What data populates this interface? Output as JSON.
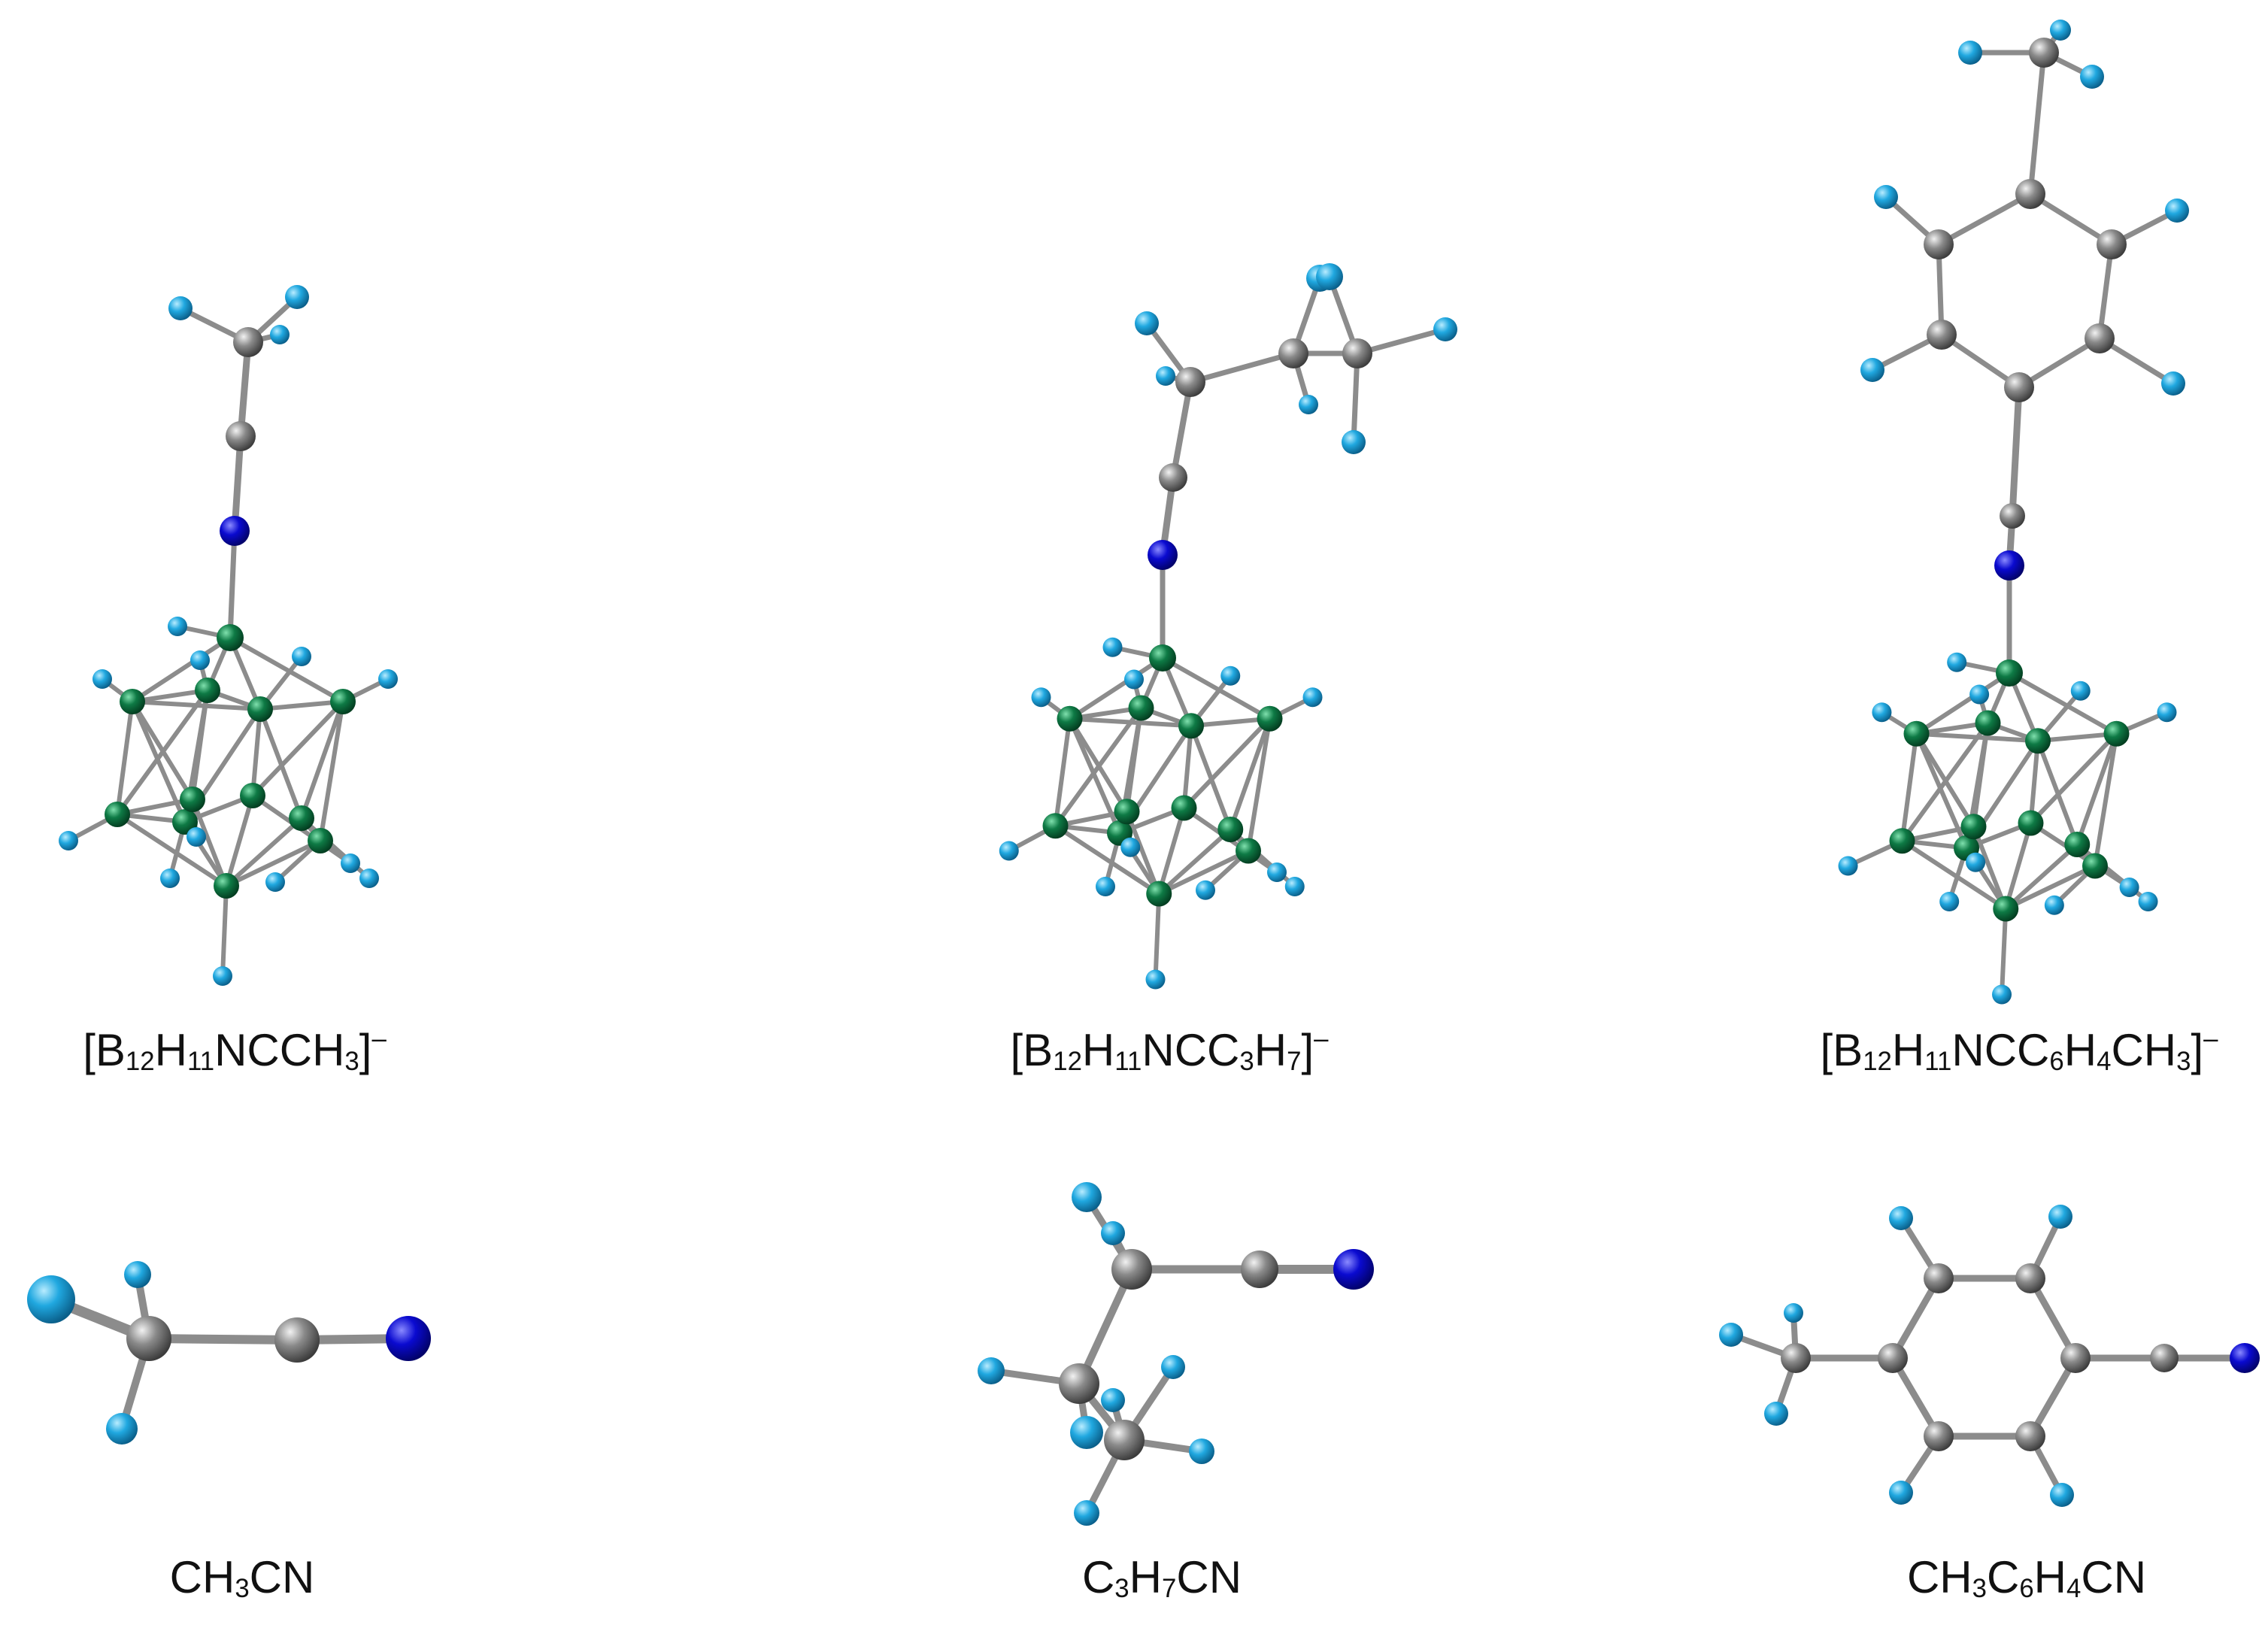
{
  "labels": {
    "m1": [
      {
        "t": "[B"
      },
      {
        "t": "12",
        "s": "sub"
      },
      {
        "t": "H"
      },
      {
        "t": "11",
        "s": "sub"
      },
      {
        "t": "NCCH"
      },
      {
        "t": "3",
        "s": "sub"
      },
      {
        "t": "]"
      },
      {
        "t": "–",
        "s": "sup"
      }
    ],
    "m2": [
      {
        "t": "[B"
      },
      {
        "t": "12",
        "s": "sub"
      },
      {
        "t": "H"
      },
      {
        "t": "11",
        "s": "sub"
      },
      {
        "t": "NCC"
      },
      {
        "t": "3",
        "s": "sub"
      },
      {
        "t": "H"
      },
      {
        "t": "7",
        "s": "sub"
      },
      {
        "t": "]"
      },
      {
        "t": "–",
        "s": "sup"
      }
    ],
    "m3": [
      {
        "t": "[B"
      },
      {
        "t": "12",
        "s": "sub"
      },
      {
        "t": "H"
      },
      {
        "t": "11",
        "s": "sub"
      },
      {
        "t": "NCC"
      },
      {
        "t": "6",
        "s": "sub"
      },
      {
        "t": "H"
      },
      {
        "t": "4",
        "s": "sub"
      },
      {
        "t": "CH"
      },
      {
        "t": "3",
        "s": "sub"
      },
      {
        "t": "]"
      },
      {
        "t": "–",
        "s": "sup"
      }
    ],
    "m4": [
      {
        "t": "CH"
      },
      {
        "t": "3",
        "s": "sub"
      },
      {
        "t": "CN"
      }
    ],
    "m5": [
      {
        "t": "C"
      },
      {
        "t": "3",
        "s": "sub"
      },
      {
        "t": "H"
      },
      {
        "t": "7",
        "s": "sub"
      },
      {
        "t": "CN"
      }
    ],
    "m6": [
      {
        "t": "CH"
      },
      {
        "t": "3",
        "s": "sub"
      },
      {
        "t": "C"
      },
      {
        "t": "6",
        "s": "sub"
      },
      {
        "t": "H"
      },
      {
        "t": "4",
        "s": "sub"
      },
      {
        "t": "CN"
      }
    ]
  },
  "colors": {
    "boron": "#0e7a45",
    "hydrogen": "#20a8e0",
    "carbon": "#8a8a8a",
    "nitrogen": "#0a0ad0",
    "bond": "#8c8c8c"
  }
}
